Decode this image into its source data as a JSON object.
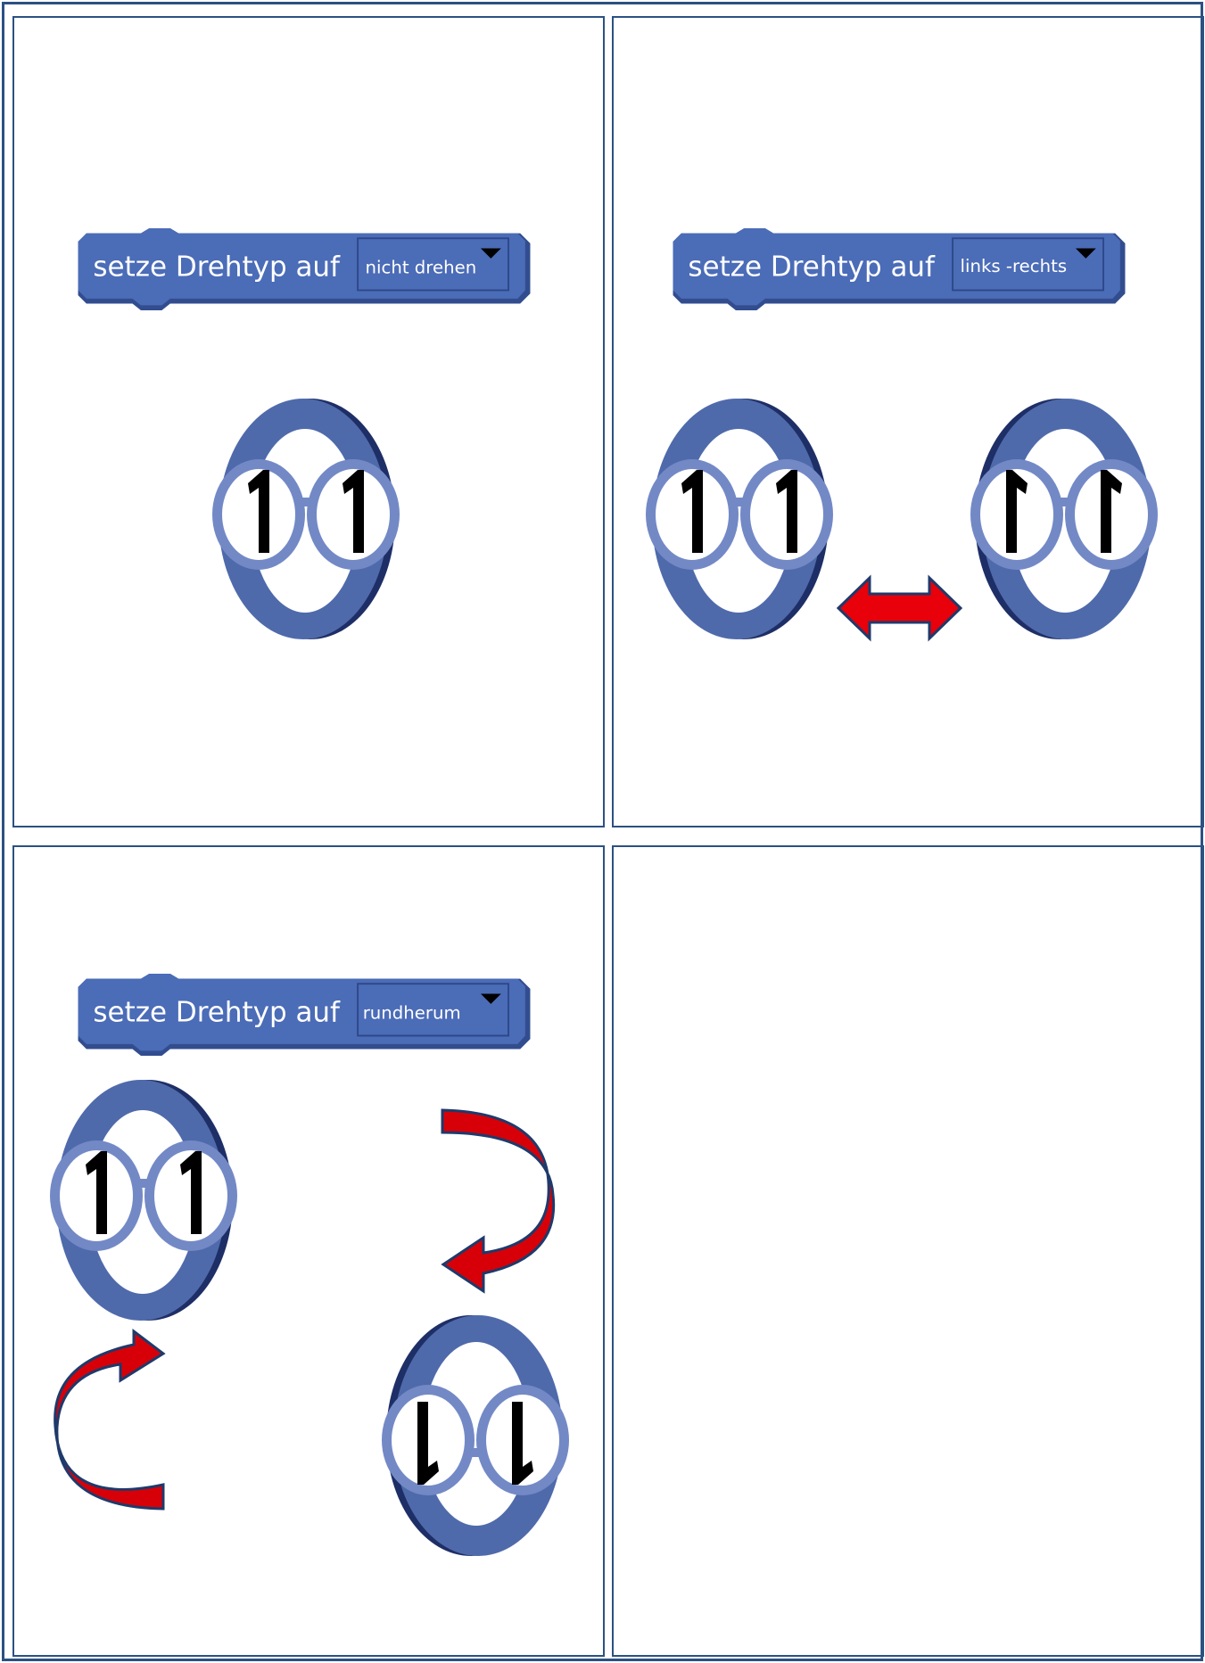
{
  "panels": [
    {
      "block_label": "setze Drehtyp auf",
      "dropdown_value": "nicht drehen"
    },
    {
      "block_label": "setze Drehtyp auf",
      "dropdown_value": "links -rechts"
    },
    {
      "block_label": "setze Drehtyp auf",
      "dropdown_value": "rundherum"
    }
  ],
  "colors": {
    "block_blue": "#4b6cb7",
    "block_dark": "#324d8f",
    "ring": "#4f6aab",
    "ring_dark": "#1e2e66",
    "lens": "#7389c6",
    "arrow_red": "#e8000b",
    "border": "#2c5183"
  },
  "icons": [
    "dropdown-arrow-icon",
    "double-arrow-icon",
    "curved-arrow-icon",
    "glasses-figure-icon"
  ]
}
